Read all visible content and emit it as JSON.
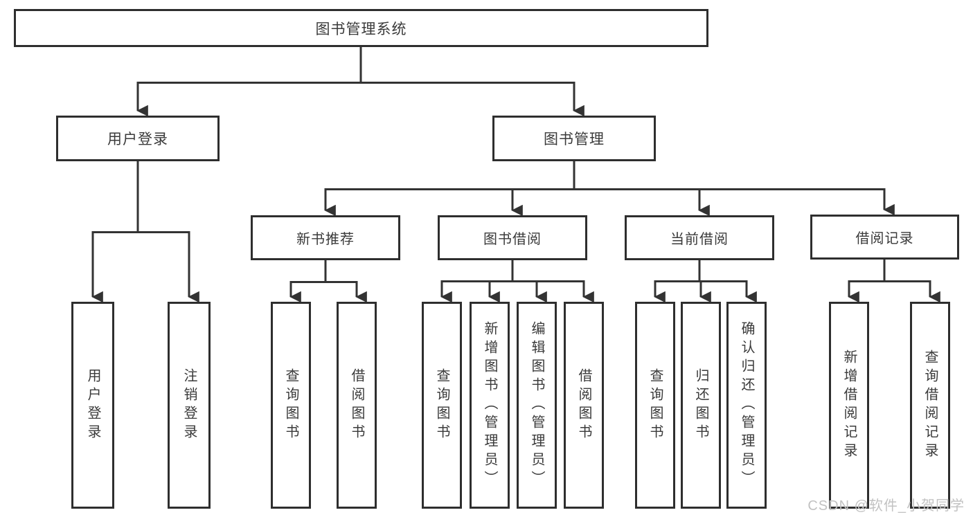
{
  "diagram": {
    "root": {
      "label": "图书管理系统"
    },
    "branches": [
      {
        "label": "用户登录",
        "children": [
          {
            "label": "用户登录"
          },
          {
            "label": "注销登录"
          }
        ]
      },
      {
        "label": "图书管理",
        "children": [
          {
            "label": "新书推荐",
            "children": [
              {
                "label": "查询图书"
              },
              {
                "label": "借阅图书"
              }
            ]
          },
          {
            "label": "图书借阅",
            "children": [
              {
                "label": "查询图书"
              },
              {
                "label": "新增图书（管理员）"
              },
              {
                "label": "编辑图书（管理员）"
              },
              {
                "label": "借阅图书"
              }
            ]
          },
          {
            "label": "当前借阅",
            "children": [
              {
                "label": "查询图书"
              },
              {
                "label": "归还图书"
              },
              {
                "label": "确认归还（管理员）"
              }
            ]
          },
          {
            "label": "借阅记录",
            "children": [
              {
                "label": "新增借阅记录"
              },
              {
                "label": "查询借阅记录"
              }
            ]
          }
        ]
      }
    ],
    "line_color": "#333333",
    "watermark": "CSDN @软件_小贺同学"
  }
}
